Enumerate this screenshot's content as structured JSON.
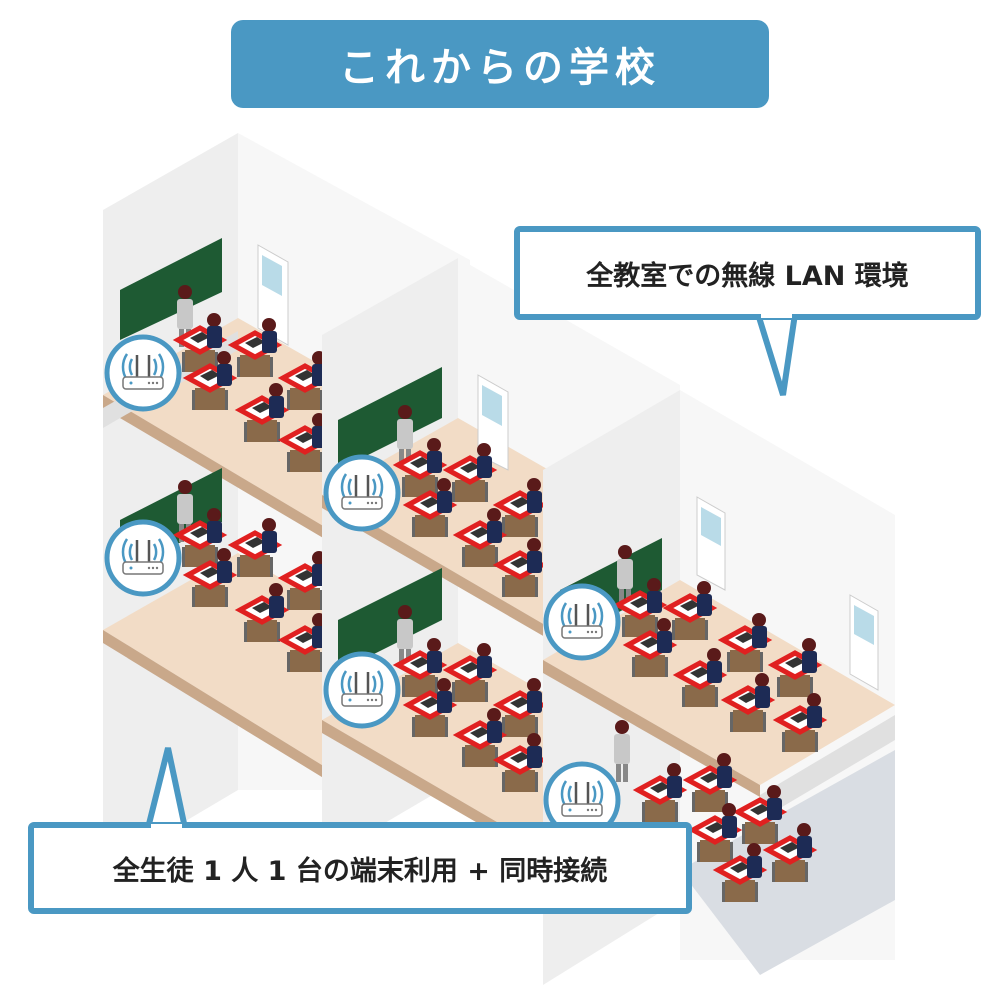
{
  "title": "これからの学校",
  "callouts": {
    "wireless": "全教室での無線 LAN 環境",
    "devices": "全生徒 1 人 1 台の端末利用 + 同時接続"
  },
  "icons": [
    "wifi-router-icon",
    "blackboard",
    "student-laptop",
    "teacher-figure",
    "classroom-door"
  ],
  "colors": {
    "accent": "#4a98c3",
    "laptop_highlight": "#e02020",
    "blackboard": "#1e5a33",
    "floor": "#f2dcc6",
    "wall": "#f4f4f4"
  }
}
